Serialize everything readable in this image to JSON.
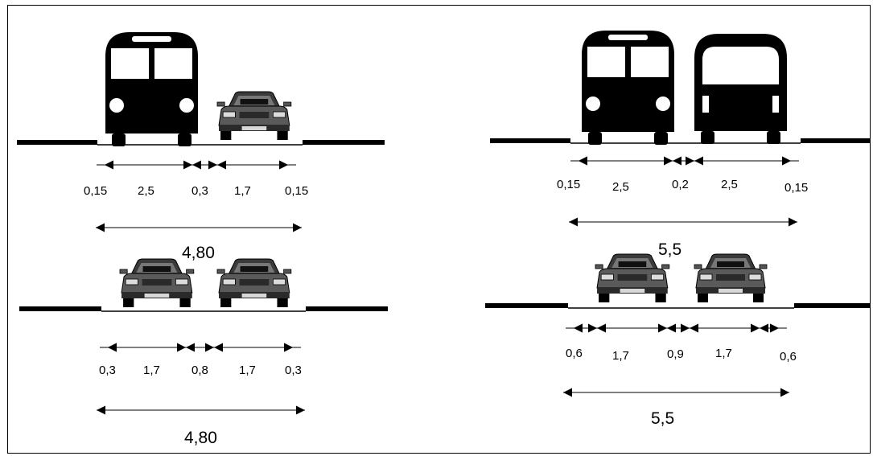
{
  "panel_top_left": {
    "vehicles": [
      "bus-front",
      "car-front"
    ],
    "segments": [
      "0,15",
      "2,5",
      "0,3",
      "1,7",
      "0,15"
    ],
    "total": "4,80"
  },
  "panel_bottom_left": {
    "vehicles": [
      "car-front",
      "car-front"
    ],
    "segments": [
      "0,3",
      "1,7",
      "0,8",
      "1,7",
      "0,3"
    ],
    "total": "4,80"
  },
  "panel_top_right": {
    "vehicles": [
      "bus-front",
      "bus-rear"
    ],
    "segments": [
      "0,15",
      "2,5",
      "0,2",
      "2,5",
      "0,15"
    ],
    "total": "5,5"
  },
  "panel_bottom_right": {
    "vehicles": [
      "car-front",
      "car-front"
    ],
    "segments": [
      "0,6",
      "1,7",
      "0,9",
      "1,7",
      "0,6"
    ],
    "total": "5,5"
  },
  "colors": {
    "ink": "#000000",
    "car_body": "#5a5a5a",
    "car_dark": "#1e1e1e",
    "car_light": "#c8c8c8"
  }
}
